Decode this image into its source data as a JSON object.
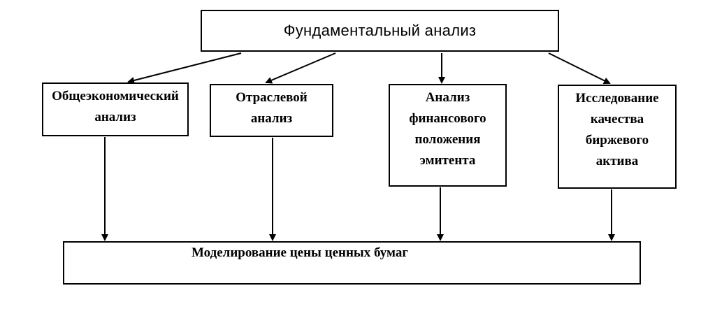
{
  "diagram": {
    "top": "Фундаментальный анализ",
    "middle": [
      "Общеэкономический\nанализ",
      "Отраслевой\nанализ",
      "Анализ\nфинансового\nположения\nэмитента",
      "Исследование\nкачества\nбиржевого\nактива"
    ],
    "bottom": "Моделирование цены ценных бумаг"
  }
}
